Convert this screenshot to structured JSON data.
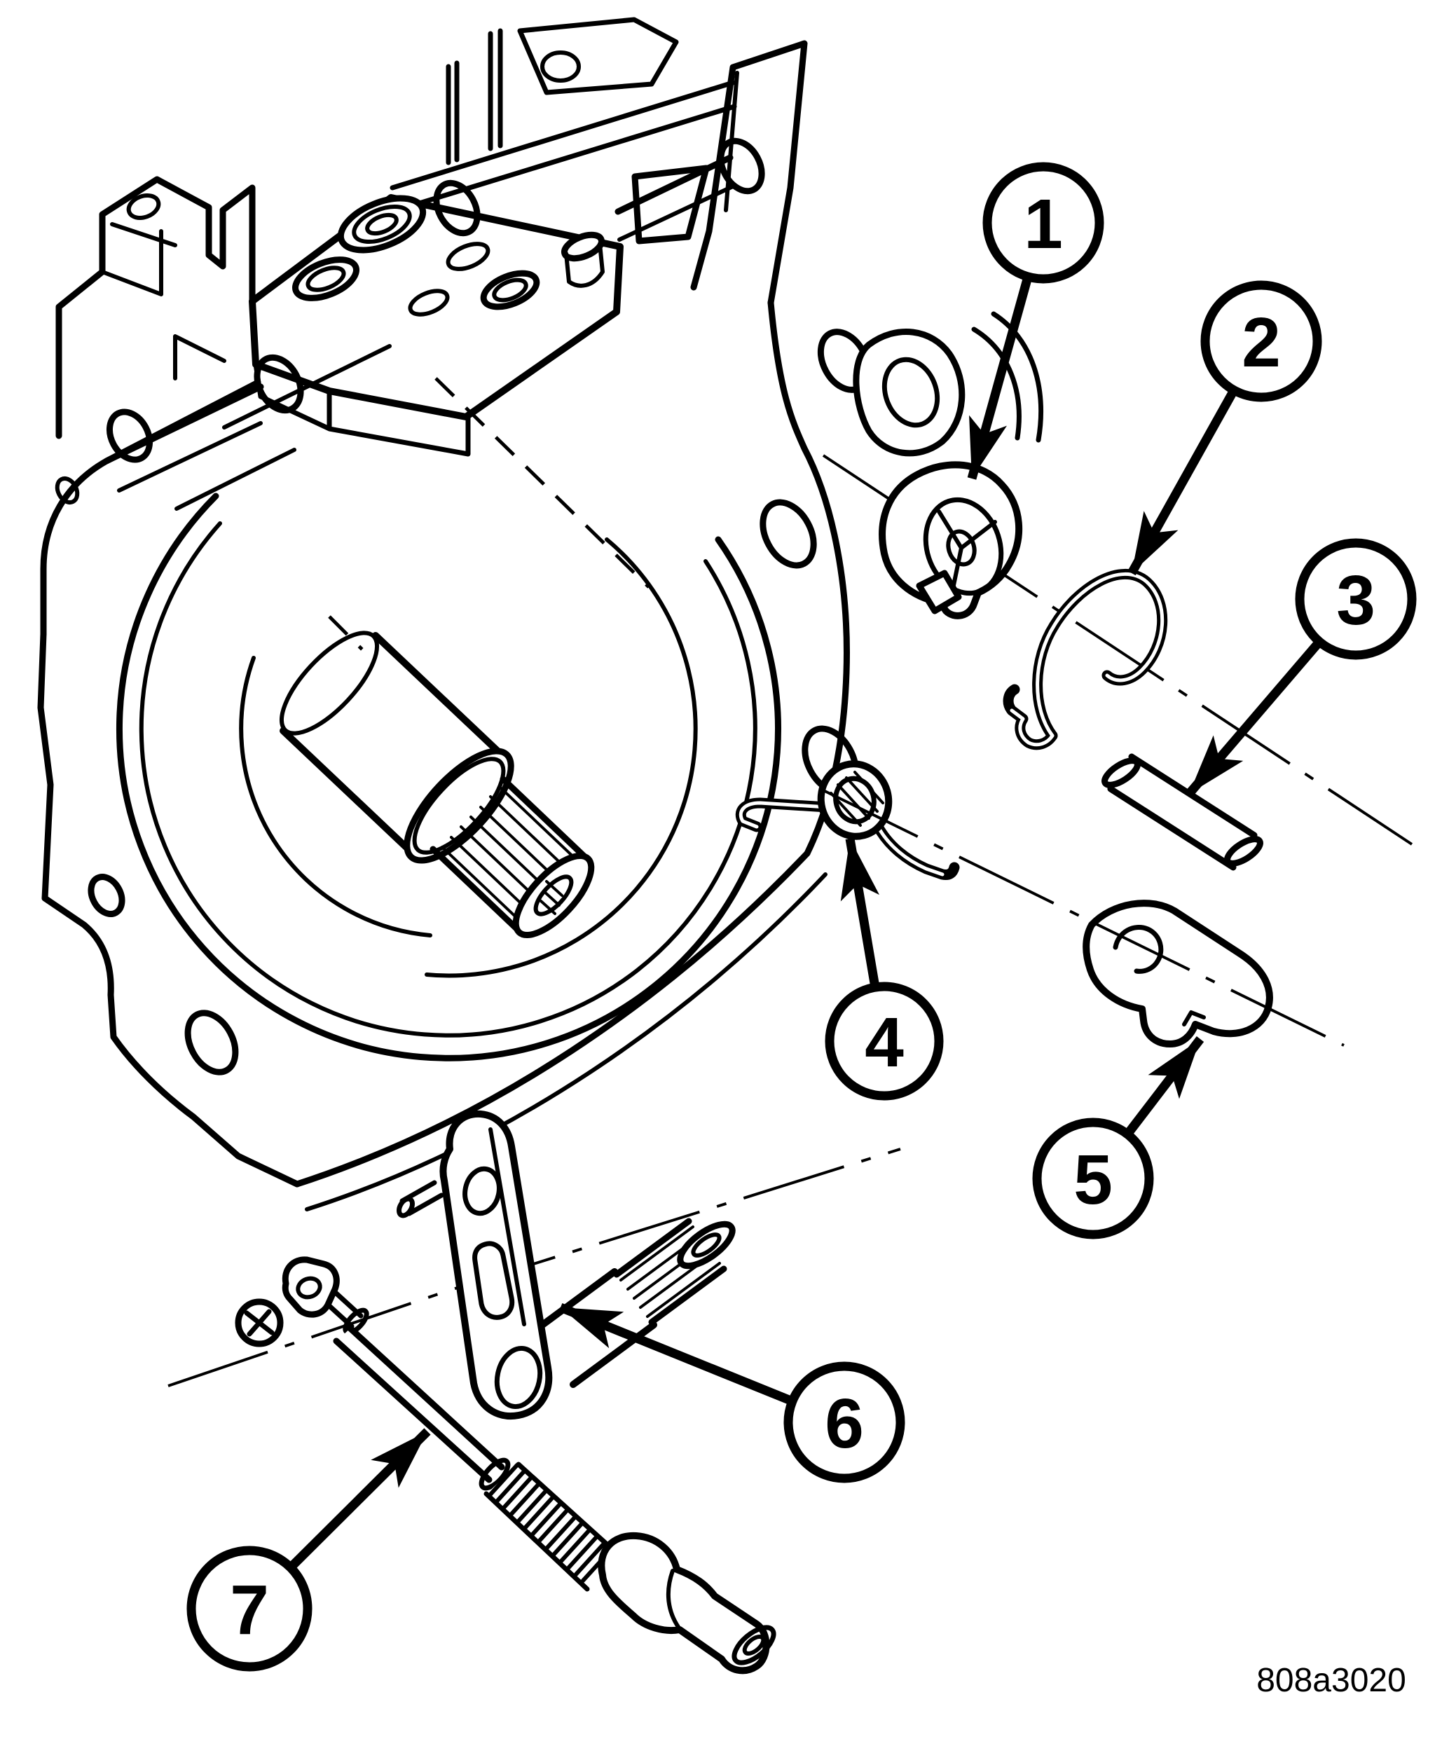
{
  "page": {
    "background": "#ffffff",
    "ink": "#000000"
  },
  "figure": {
    "code": "808a3020"
  },
  "callouts": [
    {
      "label": "1"
    },
    {
      "label": "2"
    },
    {
      "label": "3"
    },
    {
      "label": "4"
    },
    {
      "label": "5"
    },
    {
      "label": "6"
    },
    {
      "label": "7"
    }
  ]
}
